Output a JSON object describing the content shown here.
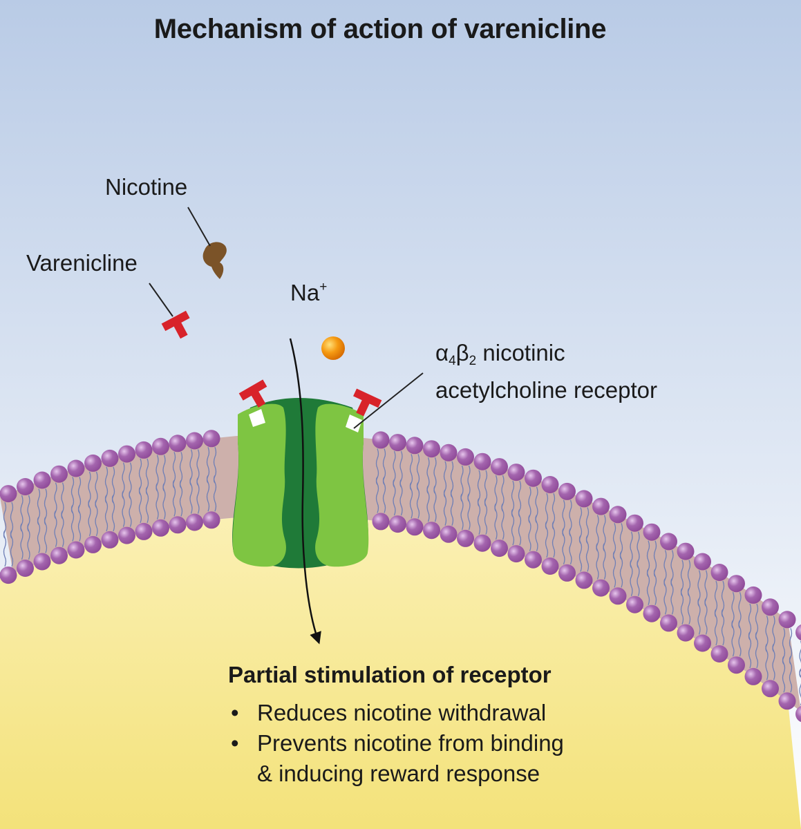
{
  "title": "Mechanism of action of varenicline",
  "labels": {
    "nicotine": "Nicotine",
    "varenicline": "Varenicline",
    "sodium": "Na",
    "sodium_charge": "+",
    "receptor_alpha": "α",
    "receptor_alpha_sub": "4",
    "receptor_beta": "β",
    "receptor_beta_sub": "2",
    "receptor_line1_rest": " nicotinic",
    "receptor_line2": "acetylcholine receptor"
  },
  "outcome": {
    "heading": "Partial stimulation of receptor",
    "bullet_char": "•",
    "bullets": [
      {
        "line1": "Reduces nicotine withdrawal",
        "line2": ""
      },
      {
        "line1": "Prevents nicotine from binding",
        "line2": "& inducing reward response"
      }
    ]
  },
  "colors": {
    "sky_top": "#b9cbe6",
    "sky_bottom": "#ffffff",
    "cytoplasm_top": "#fbf0b4",
    "cytoplasm_bottom": "#f3e27a",
    "membrane_interior": "#cdb0ab",
    "lipid_head": "#8e4a98",
    "lipid_tail": "#6f7fb6",
    "receptor_light": "#7ec542",
    "receptor_dark": "#1f7a38",
    "varenicline": "#d8232a",
    "nicotine": "#7b5328",
    "sodium_ion": "#f59a12"
  }
}
